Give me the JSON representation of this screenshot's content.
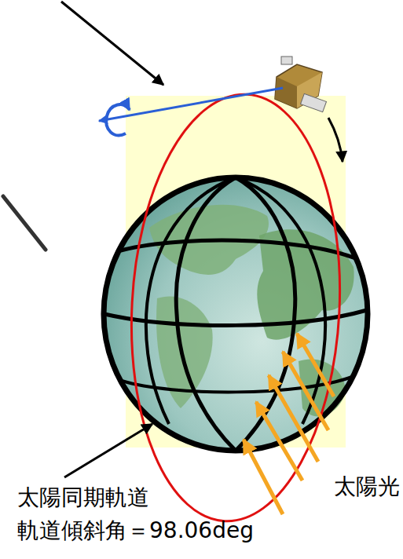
{
  "diagram": {
    "labels": [
      "太陽光",
      "太陽同期軌道",
      "軌道傾斜角＝98.06deg"
    ]
  }
}
